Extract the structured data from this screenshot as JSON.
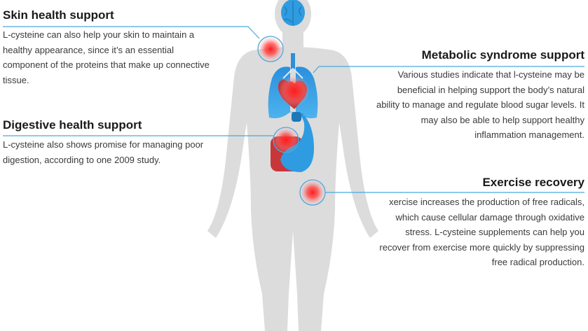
{
  "callouts": {
    "skin": {
      "title": "Skin health support",
      "text": "L-cysteine can also help your skin to maintain a healthy appearance, since it’s an essential component of the proteins that make up connective tissue."
    },
    "digestive": {
      "title": "Digestive health support",
      "text": "L-cysteine also shows promise for managing poor digestion, according to one 2009 study."
    },
    "metabolic": {
      "title": "Metabolic syndrome support",
      "text": "Various studies indicate that l-cysteine may be beneficial in helping support the body’s natural ability to manage and regulate blood sugar levels. It may also be able to help support healthy inflammation management."
    },
    "exercise": {
      "title": "Exercise recovery",
      "text": "xercise increases the production of free radicals, which cause cellular damage through oxidative stress. L-cysteine supplements can help you recover from exercise more quickly by suppressing free radical production."
    }
  },
  "colors": {
    "body_silhouette": "#dcdcdc",
    "organ_blue": "#2f9be0",
    "organ_red": "#c8363a",
    "connector": "#4aa9de",
    "hotspot": "#e0202a"
  }
}
